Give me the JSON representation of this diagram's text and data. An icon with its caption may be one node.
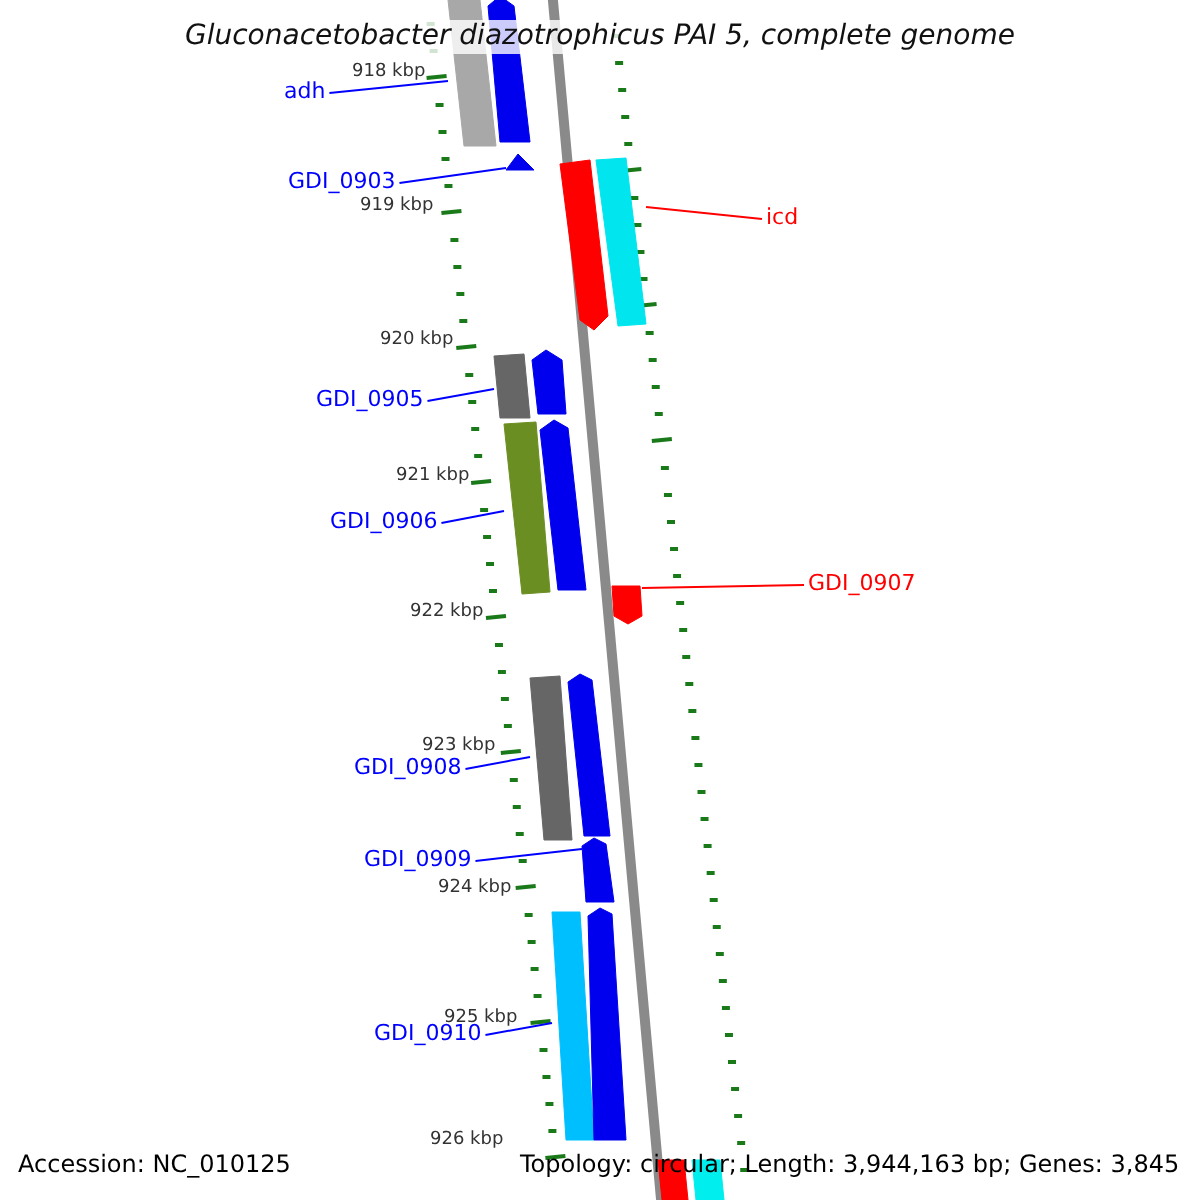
{
  "diagram": {
    "title": "Gluconacetobacter diazotrophicus PAI 5, complete genome",
    "nodes": [
      {
        "text": [
          "adh"
        ]
      },
      {
        "text": [
          "GDI_0903"
        ]
      },
      {
        "text": [
          "icd"
        ]
      },
      {
        "text": [
          "GDI_0905"
        ]
      },
      {
        "text": [
          "GDI_0906"
        ]
      },
      {
        "text": [
          "GDI_0907"
        ]
      },
      {
        "text": [
          "GDI_0908"
        ]
      },
      {
        "text": [
          "GDI_0909"
        ]
      },
      {
        "text": [
          "GDI_0910"
        ]
      },
      {
        "text": [],
        "shape": "bar"
      },
      {
        "text": [],
        "shape": "bar"
      },
      {
        "text": [],
        "shape": "bar"
      },
      {
        "text": [],
        "shape": "bar"
      },
      {
        "text": [],
        "shape": "bar"
      },
      {
        "text": [],
        "shape": "bar"
      },
      {
        "text": [],
        "shape": "bar"
      },
      {
        "text": [],
        "shape": "bar"
      },
      {
        "text": [],
        "shape": "bar"
      },
      {
        "text": [],
        "shape": "bar"
      },
      {
        "text": [],
        "shape": "bar"
      },
      {
        "text": [],
        "shape": "bar"
      },
      {
        "text": [],
        "shape": "bar"
      },
      {
        "text": [],
        "shape": "bar"
      },
      {
        "text": [],
        "shape": "bar"
      },
      {
        "text": [],
        "shape": "bar"
      },
      {
        "text": [],
        "shape": "bar"
      }
    ],
    "edges": [
      {
        "from": 0,
        "to": 9,
        "arrow": "none"
      },
      {
        "from": 1,
        "to": 11,
        "arrow": "none"
      },
      {
        "from": 2,
        "to": 13,
        "arrow": "none",
        "color": "#ff0000"
      },
      {
        "from": 3,
        "to": 14,
        "arrow": "none"
      },
      {
        "from": 4,
        "to": 16,
        "arrow": "none"
      },
      {
        "from": 5,
        "to": 18,
        "arrow": "none",
        "color": "#ff0000"
      },
      {
        "from": 6,
        "to": 19,
        "arrow": "none"
      },
      {
        "from": 7,
        "to": 21,
        "arrow": "none"
      },
      {
        "from": 8,
        "to": 22,
        "arrow": "none"
      }
    ],
    "labels": [
      "918 kbp",
      "919 kbp",
      "920 kbp",
      "921 kbp",
      "922 kbp",
      "923 kbp",
      "924 kbp",
      "925 kbp",
      "926 kbp",
      "Accession: NC_010125",
      "Topology: circular; Length: 3,944,163 bp; Genes: 3,845"
    ]
  }
}
